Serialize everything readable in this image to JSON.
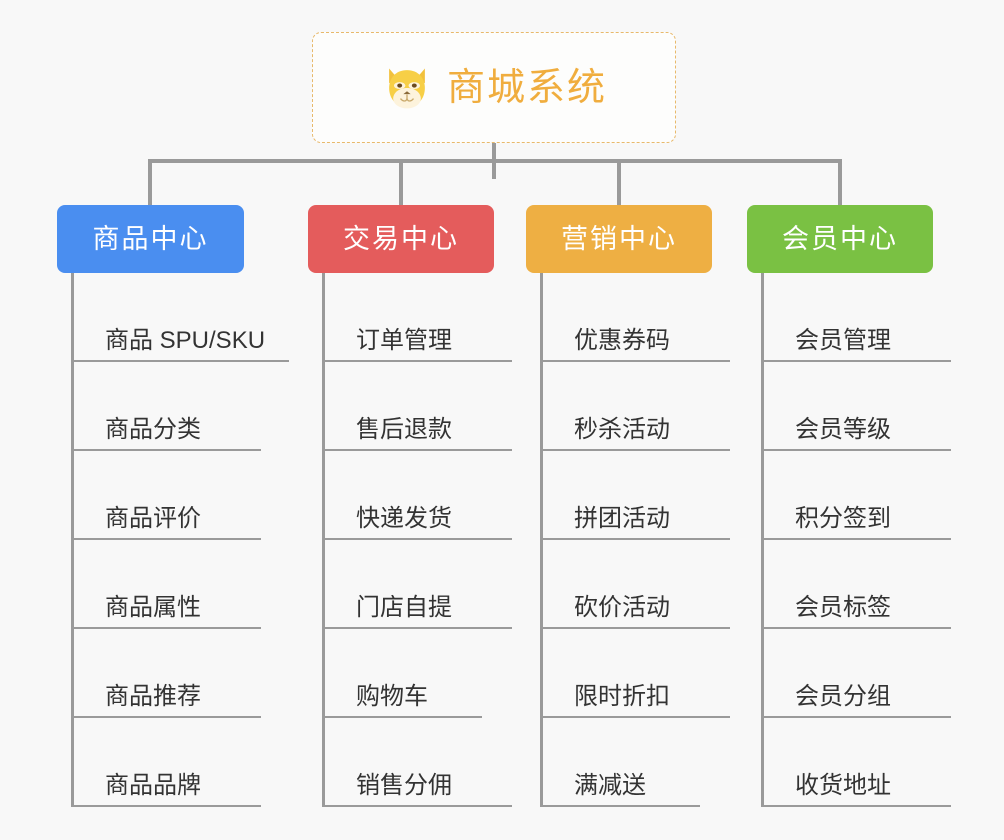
{
  "page": {
    "background_color": "#f8f8f8",
    "title": "商城系统"
  },
  "root": {
    "label": "商城系统",
    "icon": "dog-face-icon",
    "text_color": "#f0ad3e",
    "border_color": "#e8b96b",
    "background_color": "#fdfdfc"
  },
  "columns": [
    {
      "header": "商品中心",
      "color": "#4a8ef0",
      "items": [
        "商品 SPU/SKU",
        "商品分类",
        "商品评价",
        "商品属性",
        "商品推荐",
        "商品品牌"
      ]
    },
    {
      "header": "交易中心",
      "color": "#e45c5c",
      "items": [
        "订单管理",
        "售后退款",
        "快递发货",
        "门店自提",
        "购物车",
        "销售分佣"
      ]
    },
    {
      "header": "营销中心",
      "color": "#eeaf43",
      "items": [
        "优惠券码",
        "秒杀活动",
        "拼团活动",
        "砍价活动",
        "限时折扣",
        "满减送"
      ]
    },
    {
      "header": "会员中心",
      "color": "#7ac143",
      "items": [
        "会员管理",
        "会员等级",
        "积分签到",
        "会员标签",
        "会员分组",
        "收货地址"
      ]
    }
  ],
  "connector_color": "#9a9a9a"
}
